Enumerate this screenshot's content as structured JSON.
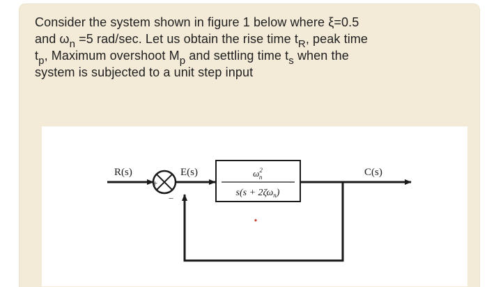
{
  "question": {
    "line1": "Consider the system shown in figure 1 below where ξ=0.5",
    "line2_a": "and ω",
    "line2_sub_n": "n",
    "line2_b": " =5 rad/sec. Let us obtain the rise time t",
    "line2_sub_r": "R",
    "line2_c": ", peak time",
    "line3_a": "t",
    "line3_sub_p": "p",
    "line3_b": ", Maximum overshoot M",
    "line3_sub_mp": "p",
    "line3_c": " and settling time t",
    "line3_sub_s": "s",
    "line3_d": " when the",
    "line4": "system is subjected to a unit step input"
  },
  "diagram": {
    "input_label": "R(s)",
    "error_label": "E(s)",
    "output_label": "C(s)",
    "plus_sign": "+",
    "minus_sign": "−",
    "tf_numerator": "ω",
    "tf_num_sup": "2",
    "tf_num_sub": "n",
    "tf_denominator": "s(s + 2ζω",
    "tf_den_sub": "n",
    "tf_den_close": ")"
  },
  "colors": {
    "card_background": "#f3ead7",
    "figure_background": "#ffffff",
    "line_color": "#1a1a1a",
    "dot_color": "#c0392b"
  }
}
